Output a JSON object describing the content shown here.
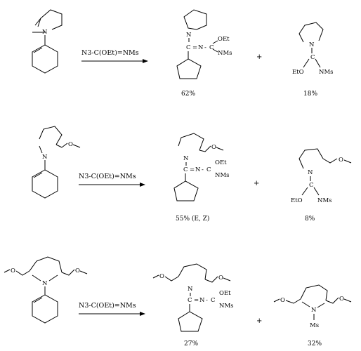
{
  "rows": [
    {
      "reagent": "N3-C(OEt)=NMs",
      "plus": "+",
      "products": [
        {
          "yield": "62%",
          "labels": {
            "n1": "N",
            "c": "C",
            "eq": "=",
            "n2": "N",
            "dash": "-",
            "c2": "C",
            "oet": "OEt",
            "nms": "NMs"
          }
        },
        {
          "yield": "18%",
          "labels": {
            "n": "N",
            "eto": "EtO",
            "c": "C",
            "nms": "NMs"
          }
        }
      ],
      "start": {
        "n": "N"
      }
    },
    {
      "reagent": "N3-C(OEt)=NMs",
      "plus": "+",
      "products": [
        {
          "yield": "55% (E, Z)",
          "labels": {
            "n1": "N",
            "c": "C",
            "eq": "=",
            "n2": "N",
            "dash": "-",
            "c2": "C",
            "oet": "OEt",
            "nms": "NMs",
            "ome": "O"
          }
        },
        {
          "yield": "8%",
          "labels": {
            "n": "N",
            "eto": "EtO",
            "c": "C",
            "nms": "NMs",
            "ome": "O"
          }
        }
      ],
      "start": {
        "n": "N",
        "ome": "O"
      }
    },
    {
      "reagent": "N3-C(OEt)=NMs",
      "plus": "+",
      "products": [
        {
          "yield": "27%",
          "labels": {
            "n1": "N",
            "c": "C",
            "eq": "=",
            "n2": "N",
            "dash": "-",
            "c2": "C",
            "oet": "OEt",
            "nms": "NMs",
            "ome1": "O",
            "ome2": "O"
          }
        },
        {
          "yield": "32%",
          "labels": {
            "n": "N",
            "ms": "Ms",
            "ome1": "O",
            "ome2": "O"
          }
        }
      ],
      "start": {
        "n": "N",
        "ome1": "O",
        "ome2": "O"
      }
    }
  ]
}
